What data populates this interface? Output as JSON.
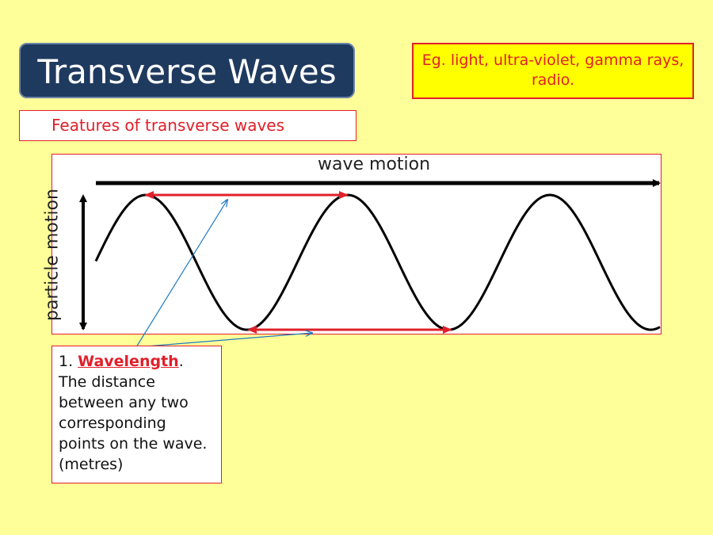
{
  "title": "Transverse Waves",
  "examples": "Eg. light, ultra-violet, gamma rays, radio.",
  "features_heading": "Features of transverse waves",
  "diagram": {
    "wave_motion_label": "wave motion",
    "particle_motion_label": "particle motion",
    "colors": {
      "wave": "#000000",
      "wavelength_arrow": "#e0202a",
      "pointer": "#1f7ac0"
    }
  },
  "wavelength_note": {
    "number": "1. ",
    "term": "Wavelength",
    "after_term": ".",
    "description": "The distance between any two corresponding points on the wave. (metres)"
  }
}
